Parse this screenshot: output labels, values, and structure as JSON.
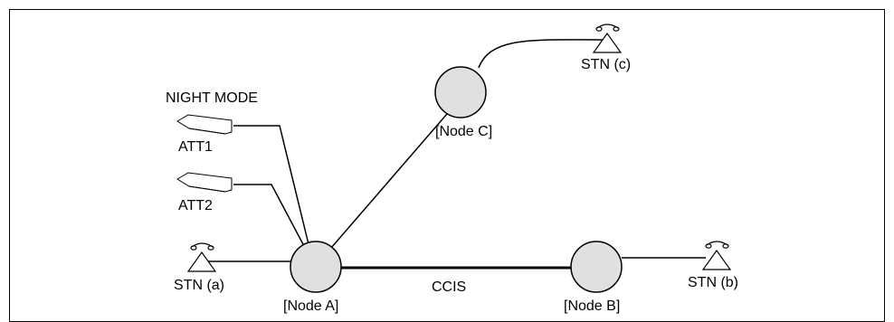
{
  "diagram": {
    "top_label": "NIGHT MODE",
    "link_label": "CCIS",
    "nodes": {
      "a": "[Node A]",
      "b": "[Node B]",
      "c": "[Node C]"
    },
    "stations": {
      "a": "STN (a)",
      "b": "STN (b)",
      "c": "STN (c)"
    },
    "attendants": {
      "att1": "ATT1",
      "att2": "ATT2"
    }
  },
  "colors": {
    "node_fill": "#e0e0e0",
    "stroke": "#000000",
    "background": "#ffffff"
  }
}
